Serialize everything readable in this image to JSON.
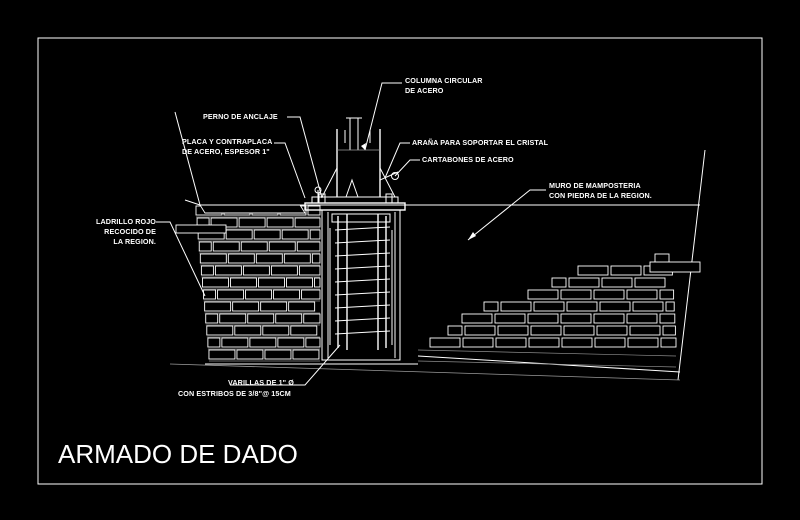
{
  "drawing": {
    "title": "ARMADO DE DADO",
    "labels": {
      "column": [
        "COLUMNA CIRCULAR",
        "DE ACERO"
      ],
      "anchor_bolt": "PERNO DE ANCLAJE",
      "plate": [
        "PLACA Y CONTRAPLACA",
        "DE ACERO, ESPESOR 1\""
      ],
      "spider": "ARAÑA PARA SOPORTAR EL CRISTAL",
      "gussets": "CARTABONES DE ACERO",
      "masonry_wall": [
        "MURO DE MAMPOSTERIA",
        "CON PIEDRA DE LA REGION."
      ],
      "red_brick": [
        "LADRILLO ROJO",
        "RECOCIDO DE",
        "LA REGION."
      ],
      "rebar": [
        "VARILLAS DE 1\" Ø",
        "CON ESTRIBOS DE 3/8\"@ 15CM"
      ]
    }
  },
  "colors": {
    "background": "#000000",
    "lines": "#ffffff",
    "hidden_lines": "#9a9a9a"
  }
}
